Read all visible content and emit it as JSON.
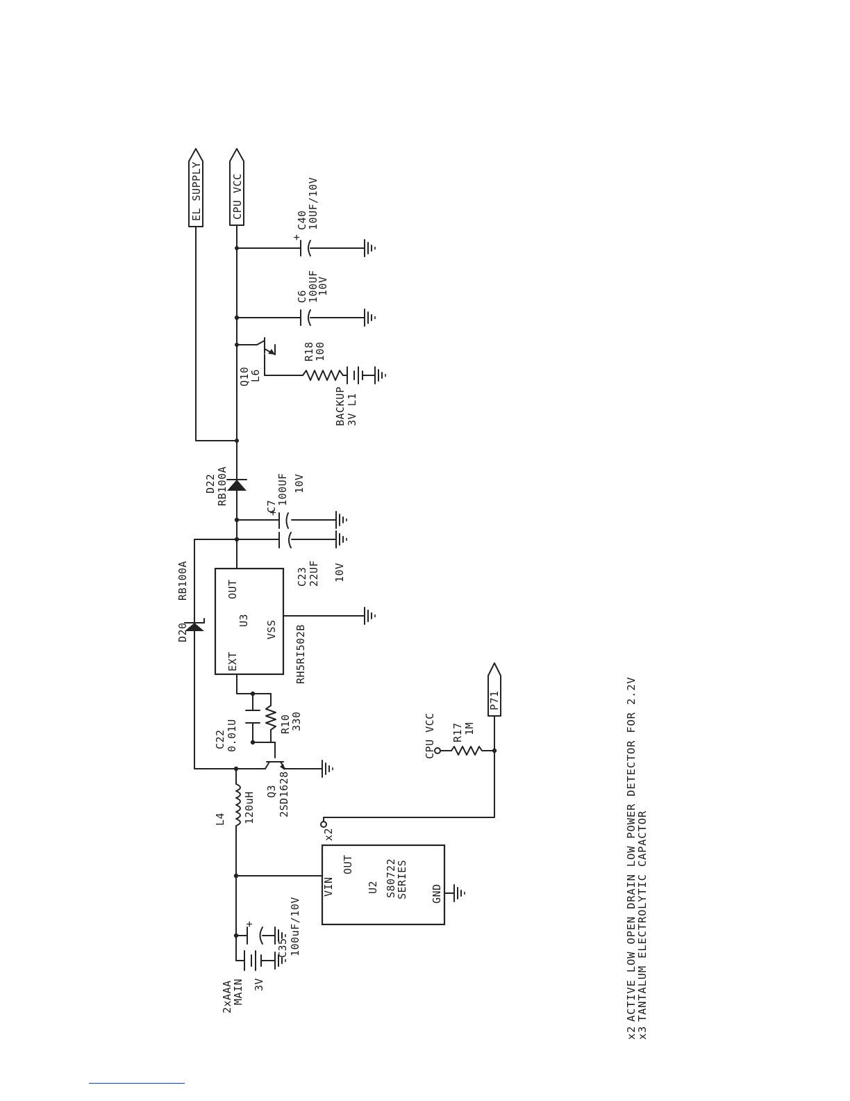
{
  "ports": {
    "el_supply": "EL_SUPPLY",
    "cpu_vcc": "CPU_VCC",
    "p71": "P71"
  },
  "components": {
    "c40": {
      "ref": "C40",
      "value": "10UF/10V",
      "plus": "+"
    },
    "c6": {
      "ref": "C6",
      "value": "100UF",
      "voltage": "10V"
    },
    "r18": {
      "ref": "R18",
      "value": "100"
    },
    "q10": {
      "ref": "Q10",
      "value": "L6"
    },
    "backup": {
      "label": "BACKUP",
      "spec": "3V L1"
    },
    "d22": {
      "ref": "D22",
      "value": "RB100A"
    },
    "c7": {
      "ref": "C7",
      "value": "100UF",
      "voltage": "10V",
      "plus": "+"
    },
    "c23": {
      "ref": "C23",
      "value": "22UF",
      "voltage": "10V"
    },
    "d20": {
      "ref": "D20",
      "value": "RB100A"
    },
    "u3": {
      "ref": "U3",
      "part": "RH5RI502B",
      "pin_ext": "EXT",
      "pin_out": "OUT",
      "pin_vss": "VSS"
    },
    "c22": {
      "ref": "C22",
      "value": "0.01U"
    },
    "r10": {
      "ref": "R10",
      "value": "330"
    },
    "q3": {
      "ref": "Q3",
      "value": "2SD1628"
    },
    "l4": {
      "ref": "L4",
      "value": "120uH"
    },
    "r17": {
      "ref": "R17",
      "value": "1M",
      "supply": "CPU VCC"
    },
    "u2": {
      "ref": "U2",
      "part": "S80722",
      "series": "SERIES",
      "pin_vin": "VIN",
      "pin_out": "OUT",
      "pin_gnd": "GND",
      "note_mark": "x2"
    },
    "c35": {
      "ref": "C35",
      "value": "100uF/10V",
      "plus": "+"
    },
    "battery_main": {
      "label1": "2xAAA",
      "label2": "MAIN",
      "spec": "3V"
    }
  },
  "notes": [
    {
      "mark": "x2",
      "text": "ACTIVE LOW OPEN DRAIN LOW POWER DETECTOR FOR 2.2V"
    },
    {
      "mark": "x3",
      "text": "TANTALUM ELECTROLYTIC CAPACTOR"
    }
  ]
}
